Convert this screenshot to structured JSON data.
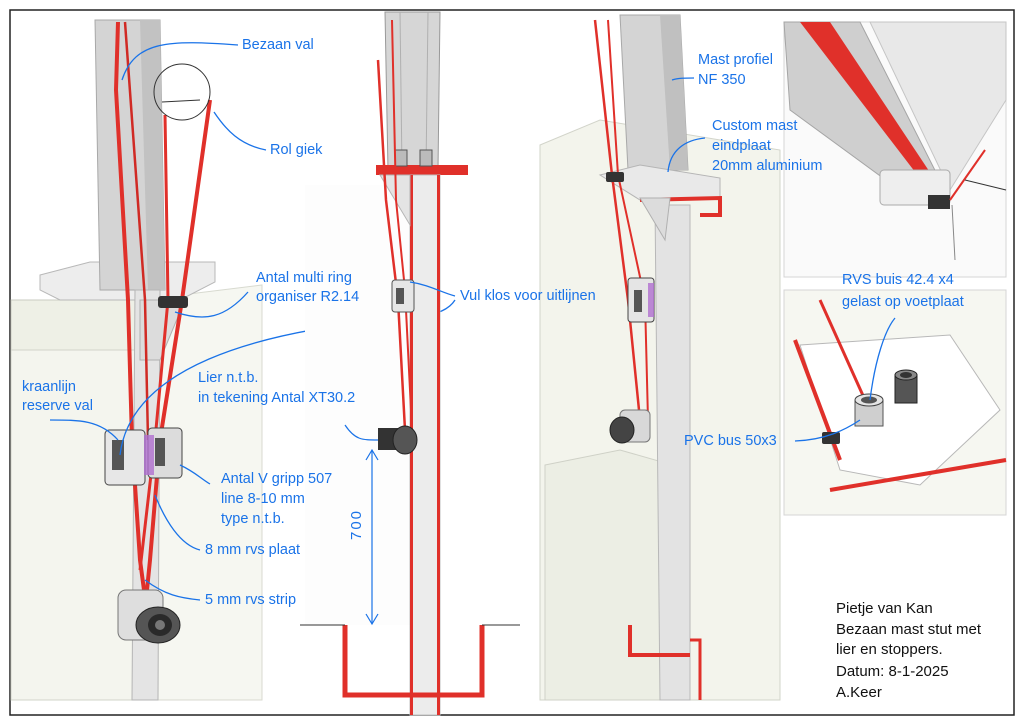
{
  "colors": {
    "line": "#e0302a",
    "annotation": "#1a73e8",
    "mast": "#d6d6d6",
    "deck": "#f1f2ea",
    "border": "#222222"
  },
  "labels": {
    "bezaan_val": "Bezaan val",
    "rol_giek": "Rol giek",
    "antal_multi_1": "Antal multi ring",
    "antal_multi_2": "organiser R2.14",
    "kraanlijn_1": "kraanlijn",
    "kraanlijn_2": "reserve val",
    "lier_1": "Lier n.t.b.",
    "lier_2": "in tekening Antal XT30.2",
    "vul_klos": "Vul klos voor uitlijnen",
    "vgripp_1": "Antal V gripp 507",
    "vgripp_2": "line 8-10 mm",
    "vgripp_3": "type n.t.b.",
    "rvs_plaat": "8 mm rvs plaat",
    "rvs_strip": "5 mm rvs strip",
    "dim_700": "700",
    "mast_profiel_1": "Mast profiel",
    "mast_profiel_2": "NF 350",
    "custom_1": "Custom mast",
    "custom_2": "eindplaat",
    "custom_3": "20mm aluminium",
    "rvs_buis_1": "RVS buis 42.4 x4",
    "rvs_buis_2": "gelast op voetplaat",
    "pvc_bus": "PVC bus 50x3"
  },
  "title_block": {
    "line1": "Pietje van Kan",
    "line2": "Bezaan mast stut met",
    "line3": "lier en stoppers.",
    "line4": "Datum: 8-1-2025",
    "line5": "A.Keer"
  }
}
